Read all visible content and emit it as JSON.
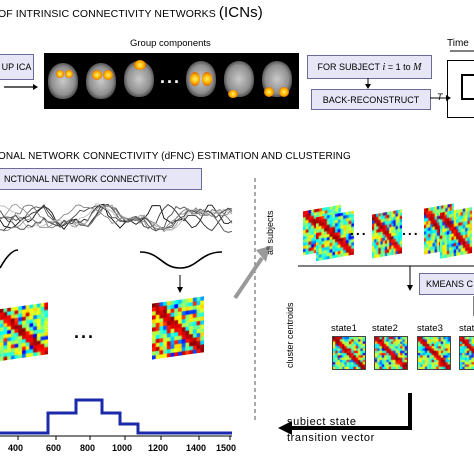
{
  "header": {
    "title_prefix": "OF INTRINSIC CONNECTIVITY NETWORKS",
    "title_acronym": "(ICNs)"
  },
  "top_row": {
    "ica_button": "UP ICA",
    "group_components_label": "Group components",
    "subject_loop_label": "FOR SUBJECT",
    "subject_loop_var": "i",
    "subject_loop_range": "= 1 to",
    "subject_loop_end": "M",
    "back_reconstruct_label": "BACK-RECONSTRUCT",
    "time_label": "Time",
    "t_axis_label": "T"
  },
  "section2": {
    "heading": "ONAL NETWORK CONNECTIVITY (dFNC) ESTIMATION AND CLUSTERING",
    "tab_label": "NCTIONAL NETWORK CONNECTIVITY"
  },
  "right_panel": {
    "all_subjects_label": "all subjects",
    "kmeans_label": "KMEANS C",
    "cluster_centroids_label": "cluster centroids",
    "states": [
      "state1",
      "state2",
      "state3",
      "state"
    ],
    "subject_state_label": "subject state",
    "transition_vector_label": "transition vector"
  },
  "ellipsis": "...",
  "state_axis": {
    "tick_labels": [
      "400",
      "600",
      "800",
      "1000",
      "1200",
      "1400",
      "1500"
    ]
  },
  "colors": {
    "box_fill": "#e6e6f6",
    "box_border": "#6b6b9a",
    "state_line": "#1a2aa8"
  }
}
